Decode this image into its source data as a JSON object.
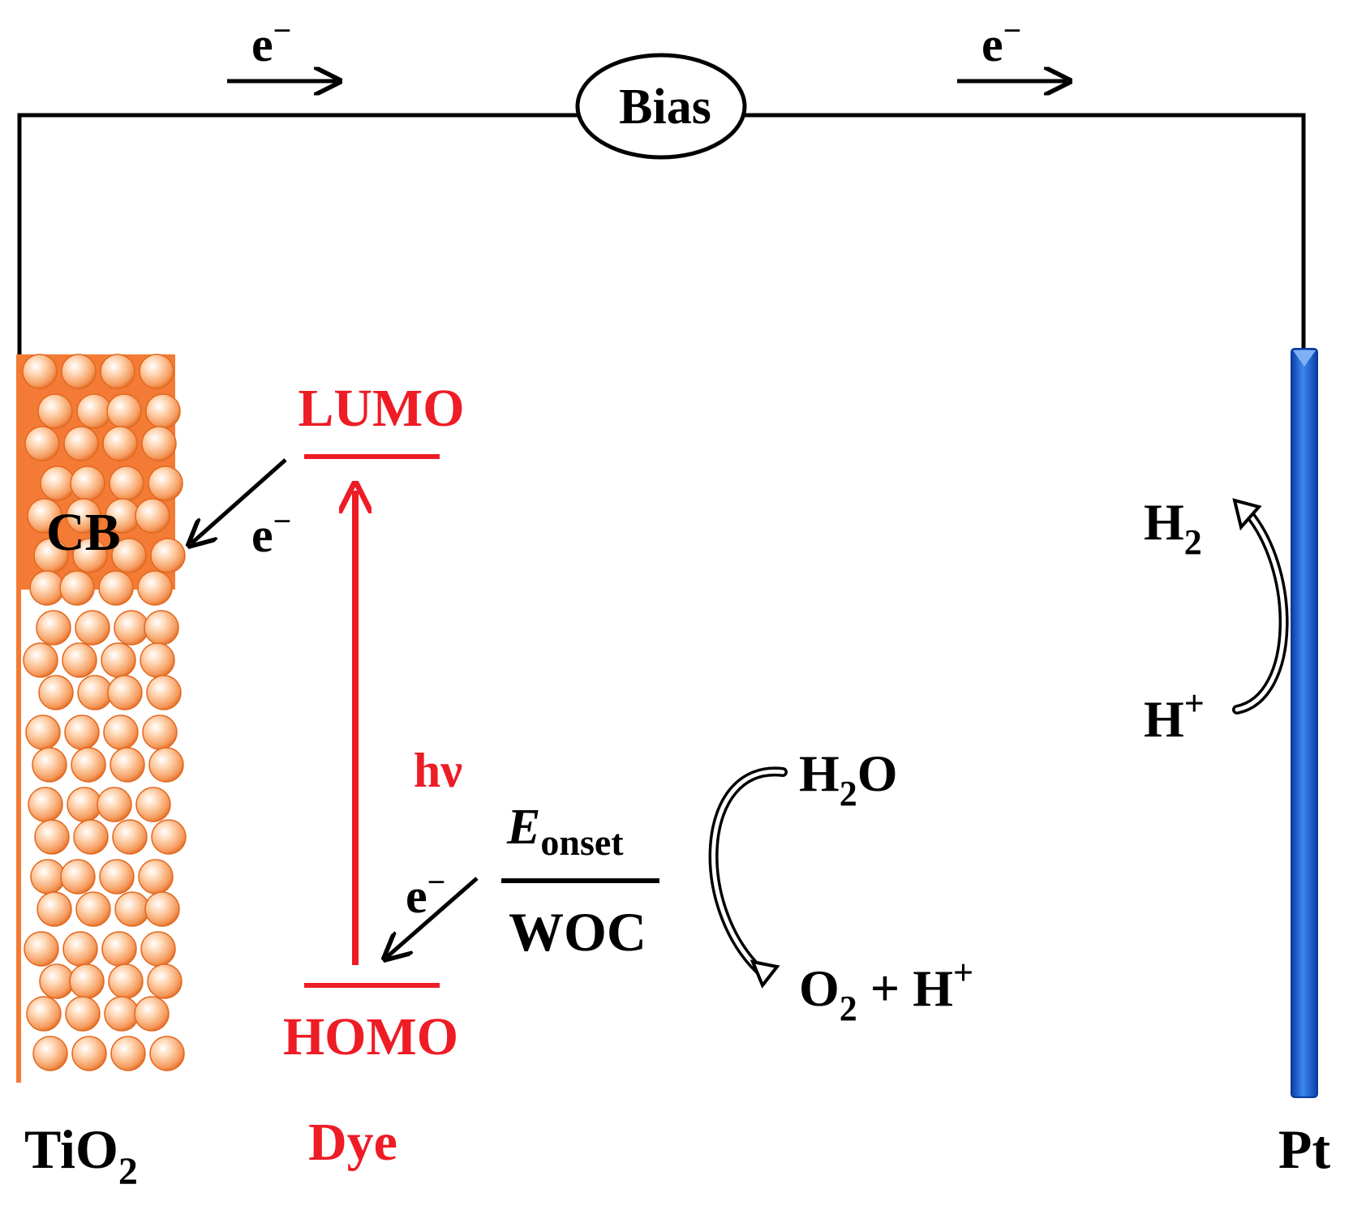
{
  "circuit": {
    "bias_label": "Bias",
    "electron_left": "e",
    "electron_right": "e",
    "electron_charge": "−"
  },
  "tio2": {
    "label_main": "TiO",
    "label_sub": "2",
    "cb_label": "CB",
    "electron_label": "e",
    "electron_charge": "−"
  },
  "dye": {
    "lumo_label": "LUMO",
    "homo_label": "HOMO",
    "excitation_label": "hν",
    "dye_label": "Dye",
    "electron_label": "e",
    "electron_charge": "−"
  },
  "woc": {
    "onset_main": "E",
    "onset_sub": "onset",
    "woc_label": "WOC"
  },
  "water_oxidation": {
    "reactant_main": "H",
    "reactant_sub": "2",
    "reactant_tail": "O",
    "product_o": "O",
    "product_sub": "2",
    "product_plus": " + H",
    "product_sup": "+"
  },
  "cathode": {
    "label": "Pt",
    "h2_main": "H",
    "h2_sub": "2",
    "hplus_main": "H",
    "hplus_sup": "+"
  },
  "colors": {
    "dye_red": "#ee1c25",
    "tio2_orange": "#f47b35",
    "pt_blue": "#1f5fd6",
    "wire": "#000000"
  }
}
